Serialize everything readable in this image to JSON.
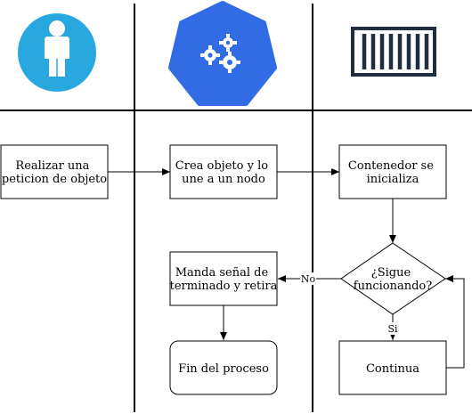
{
  "lanes": [
    {
      "icon": "user-icon"
    },
    {
      "icon": "kubernetes-icon"
    },
    {
      "icon": "container-icon"
    }
  ],
  "colors": {
    "user_icon_bg": "#29a8e0",
    "kubernetes_bg": "#326ce5",
    "container_icon": "#1f2d3d",
    "line": "#000000"
  },
  "nodes": {
    "request": {
      "lines": [
        "Realizar una",
        "peticion de objeto"
      ]
    },
    "create": {
      "lines": [
        "Crea objeto y lo",
        "une a un nodo"
      ]
    },
    "container_init": {
      "lines": [
        "Contenedor se",
        "inicializa"
      ]
    },
    "decision": {
      "lines": [
        "¿Sigue",
        "funcionando?"
      ]
    },
    "terminate": {
      "lines": [
        "Manda señal de",
        "terminado y retira"
      ]
    },
    "end": {
      "lines": [
        "Fin del proceso"
      ]
    },
    "continue": {
      "lines": [
        "Continua"
      ]
    }
  },
  "edge_labels": {
    "no": "No",
    "yes": "Si"
  }
}
